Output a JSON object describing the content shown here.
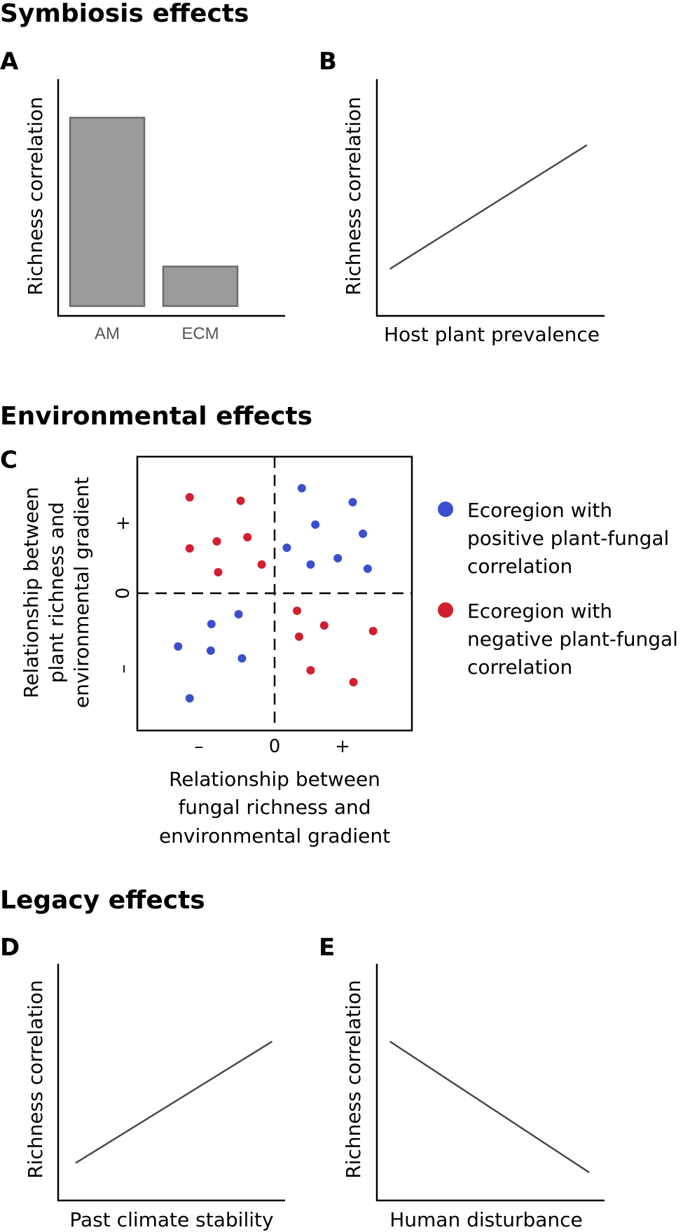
{
  "sections": {
    "symbiosis": "Symbiosis effects",
    "environmental": "Environmental effects",
    "legacy": "Legacy effects"
  },
  "colors": {
    "bar_fill": "#9b9b9b",
    "bar_stroke": "#6b6b6b",
    "line": "#4a4a4a",
    "axis": "#000000",
    "positive": "#3a4fcf",
    "negative": "#d11f2f"
  },
  "chart_data": [
    {
      "id": "A",
      "type": "bar",
      "label": "A",
      "categories": [
        "AM",
        "ECM"
      ],
      "values": [
        1.0,
        0.21
      ],
      "ylabel": "Richness correlation",
      "xlabel": "",
      "ylim": [
        0,
        1.06
      ]
    },
    {
      "id": "B",
      "type": "line",
      "label": "B",
      "x": [
        0.06,
        0.92
      ],
      "y": [
        0.2,
        0.72
      ],
      "xlabel": "Host plant prevalence",
      "ylabel": "Richness correlation",
      "xlim": [
        0,
        1
      ],
      "ylim": [
        0,
        1
      ]
    },
    {
      "id": "C",
      "type": "scatter",
      "label": "C",
      "xlabel_lines": [
        "Relationship between",
        "fungal richness and",
        "environmental gradient"
      ],
      "ylabel_lines": [
        "Relationship between",
        "plant richness and",
        "environmental gradient"
      ],
      "xticks": [
        "–",
        "0",
        "+"
      ],
      "xtick_values": [
        -1,
        0,
        1
      ],
      "yticks": [
        "–",
        "0",
        "+"
      ],
      "ytick_values": [
        -1,
        0,
        1
      ],
      "xlim": [
        -2,
        2
      ],
      "ylim": [
        -2,
        2
      ],
      "legend_position": "right",
      "series": [
        {
          "name": "Ecoregion with positive plant-fungal correlation",
          "legend_lines": [
            "Ecoregion with",
            "positive plant-fungal",
            "correlation"
          ],
          "color_key": "positive",
          "points": [
            [
              0.4,
              1.5
            ],
            [
              1.15,
              1.3
            ],
            [
              0.6,
              0.98
            ],
            [
              1.3,
              0.85
            ],
            [
              0.18,
              0.65
            ],
            [
              0.93,
              0.5
            ],
            [
              0.53,
              0.41
            ],
            [
              1.37,
              0.35
            ],
            [
              -0.53,
              -0.3
            ],
            [
              -0.93,
              -0.44
            ],
            [
              -1.42,
              -0.76
            ],
            [
              -0.94,
              -0.82
            ],
            [
              -0.48,
              -0.93
            ],
            [
              -1.25,
              -1.5
            ]
          ]
        },
        {
          "name": "Ecoregion with negative plant-fungal correlation",
          "legend_lines": [
            "Ecoregion with",
            "negative plant-fungal",
            "correlation"
          ],
          "color_key": "negative",
          "points": [
            [
              -1.25,
              1.37
            ],
            [
              -0.5,
              1.32
            ],
            [
              -0.4,
              0.8
            ],
            [
              -0.85,
              0.74
            ],
            [
              -1.25,
              0.64
            ],
            [
              -0.19,
              0.41
            ],
            [
              -0.83,
              0.3
            ],
            [
              0.33,
              -0.25
            ],
            [
              0.73,
              -0.46
            ],
            [
              1.45,
              -0.54
            ],
            [
              0.36,
              -0.62
            ],
            [
              0.53,
              -1.1
            ],
            [
              1.16,
              -1.27
            ]
          ]
        }
      ]
    },
    {
      "id": "D",
      "type": "line",
      "label": "D",
      "x": [
        0.08,
        0.94
      ],
      "y": [
        0.16,
        0.67
      ],
      "xlabel": "Past climate stability",
      "ylabel": "Richness correlation",
      "xlim": [
        0,
        1
      ],
      "ylim": [
        0,
        1
      ]
    },
    {
      "id": "E",
      "type": "line",
      "label": "E",
      "x": [
        0.06,
        0.93
      ],
      "y": [
        0.67,
        0.12
      ],
      "xlabel": "Human disturbance",
      "ylabel": "Richness correlation",
      "xlim": [
        0,
        1
      ],
      "ylim": [
        0,
        1
      ]
    }
  ]
}
